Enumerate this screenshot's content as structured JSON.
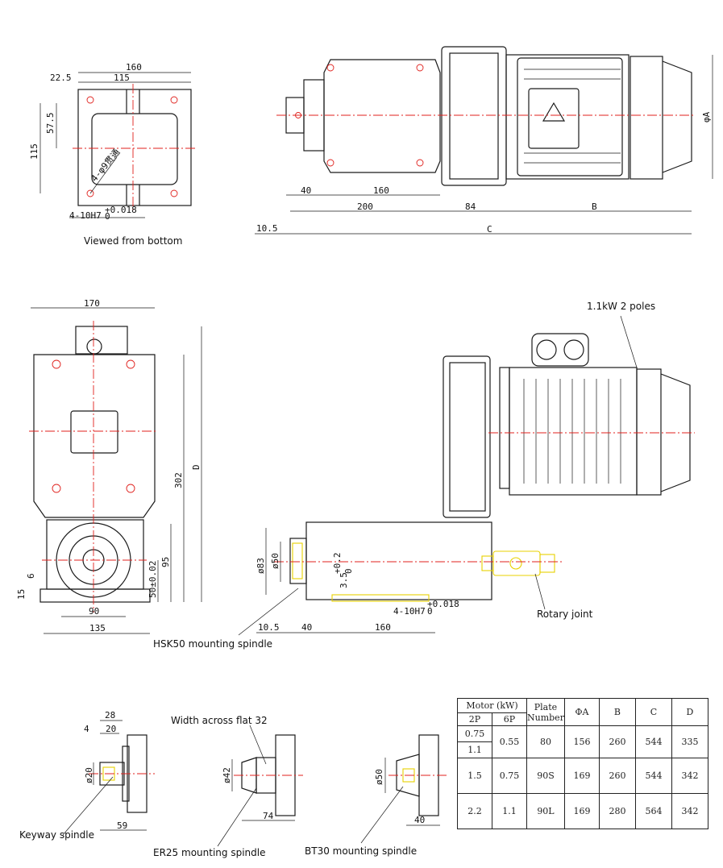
{
  "views": {
    "bottom_caption": "Viewed from bottom",
    "bottom_dims": {
      "w160": "160",
      "w22": "22.5",
      "w115": "115",
      "h57": "57.5",
      "h115": "115",
      "holes": "4-φ9贯通",
      "pins": "4-10H7",
      "pin_tol": "+0.018",
      "pin_tol0": "0"
    },
    "top_dims": {
      "d40": "40",
      "d160": "160",
      "d200": "200",
      "d84": "84",
      "dB": "B",
      "d105": "10.5",
      "dC": "C",
      "dA": "φA"
    },
    "front_dims": {
      "w170": "170",
      "h302": "302",
      "hD": "D",
      "h95": "95",
      "h50": "50±0.02",
      "h6": "6",
      "h15": "15",
      "w90": "90",
      "w135": "135"
    },
    "side_dims": {
      "d83": "ø83",
      "d50": "ø50",
      "d35": "3.5",
      "d35tol": "+0.2",
      "d35tol0": "0",
      "pins": "4-10H7",
      "pin_tol": "+0.018",
      "pin_tol0": "0",
      "d105": "10.5",
      "d40": "40",
      "d160": "160"
    },
    "motor_label": "1.1kW 2 poles",
    "rotary_label": "Rotary joint",
    "hsk_label": "HSK50 mounting spindle",
    "keyway": {
      "d28": "28",
      "d20": "20",
      "d4": "4",
      "dia": "ø20",
      "d59": "59",
      "label": "Keyway spindle"
    },
    "er25": {
      "flat_label": "Width across flat 32",
      "dia": "ø42",
      "d74": "74",
      "label": "ER25 mounting spindle"
    },
    "bt30": {
      "dia": "ø50",
      "d40": "40",
      "label": "BT30 mounting  spindle"
    }
  },
  "table": {
    "head_motor": "Motor (kW)",
    "head_2p": "2P",
    "head_6p": "6P",
    "head_plate": "Plate Number",
    "head_a": "ΦA",
    "head_b": "B",
    "head_c": "C",
    "head_d": "D",
    "rows": [
      {
        "p2a": "0.75",
        "p2b": "1.1",
        "p6": "0.55",
        "plate": "80",
        "a": "156",
        "b": "260",
        "c": "544",
        "d": "335"
      },
      {
        "p2": "1.5",
        "p6": "0.75",
        "plate": "90S",
        "a": "169",
        "b": "260",
        "c": "544",
        "d": "342"
      },
      {
        "p2": "2.2",
        "p6": "1.1",
        "plate": "90L",
        "a": "169",
        "b": "280",
        "c": "564",
        "d": "342"
      }
    ]
  }
}
